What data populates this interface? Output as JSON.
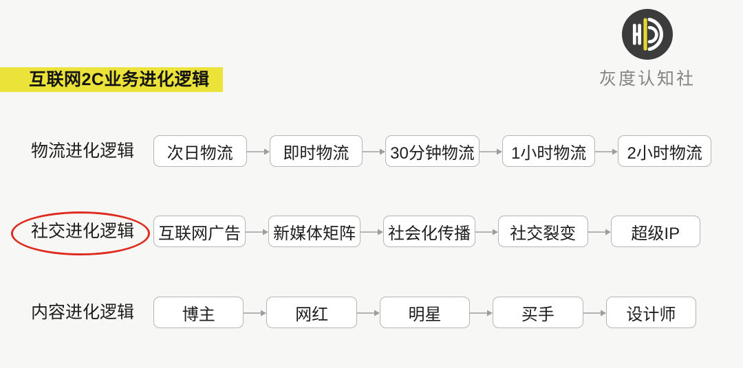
{
  "slide": {
    "title": "互联网2C业务进化逻辑",
    "logo": {
      "name": "灰度认知社",
      "mark": "HD-monogram-icon"
    },
    "rows": [
      {
        "label": "物流进化逻辑",
        "highlighted": false,
        "steps": [
          "次日物流",
          "即时物流",
          "30分钟物流",
          "1小时物流",
          "2小时物流"
        ]
      },
      {
        "label": "社交进化逻辑",
        "highlighted": true,
        "steps": [
          "互联网广告",
          "新媒体矩阵",
          "社会化传播",
          "社交裂变",
          "超级IP"
        ]
      },
      {
        "label": "内容进化逻辑",
        "highlighted": false,
        "steps": [
          "博主",
          "网红",
          "明星",
          "买手",
          "设计师"
        ]
      }
    ],
    "colors": {
      "background": "#f7f7f5",
      "title_bg": "#ebe23a",
      "title_text": "#141414",
      "highlight_ellipse": "#dd2b20",
      "logo_circle": "#3c3c3c",
      "logo_accent": "#e6d82f",
      "logo_text": "#848484",
      "box_border": "#b5b5b5",
      "box_text": "#1d1d1d",
      "arrow": "#9d9d9d"
    }
  }
}
